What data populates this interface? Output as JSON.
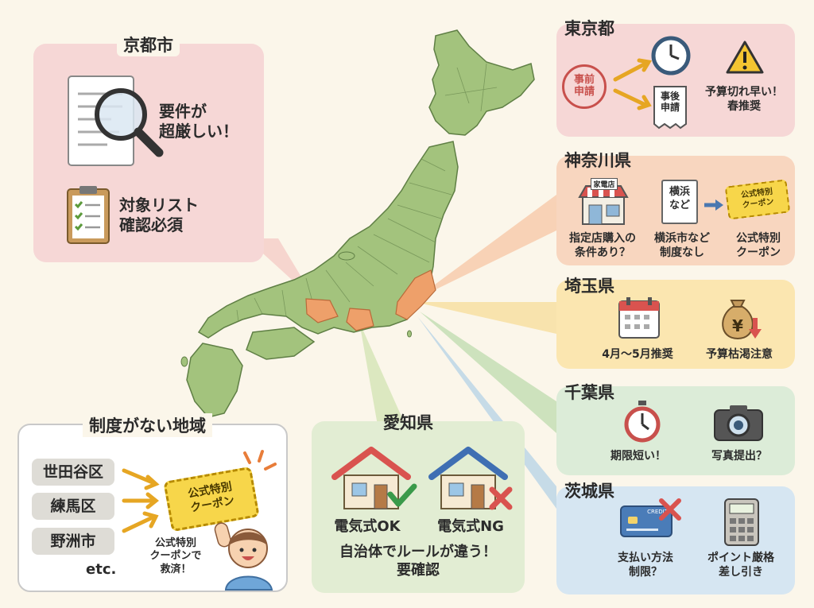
{
  "kyoto": {
    "title": "京都市",
    "strict_line1": "要件が",
    "strict_line2": "超厳しい！",
    "list_line1": "対象リスト",
    "list_line2": "確認必須"
  },
  "tokyo": {
    "title": "東京都",
    "pre_stamp_line1": "事前",
    "pre_stamp_line2": "申請",
    "post_doc_line1": "事後",
    "post_doc_line2": "申請",
    "warning_line1": "予算切れ早い！",
    "warning_line2": "春推奨"
  },
  "kanagawa": {
    "title": "神奈川県",
    "shop_sign": "家電店",
    "shop_line1": "指定店購入の",
    "shop_line2": "条件あり？",
    "yokohama_doc_line1": "横浜",
    "yokohama_doc_line2": "など",
    "yokohama_line1": "横浜市など",
    "yokohama_line2": "制度なし",
    "coupon_ticket_line1": "公式特別",
    "coupon_ticket_line2": "クーポン",
    "coupon_line1": "公式特別",
    "coupon_line2": "クーポン"
  },
  "saitama": {
    "title": "埼玉県",
    "yen_symbol": "¥",
    "period": "4月〜5月推奨",
    "budget": "予算枯渇注意"
  },
  "chiba": {
    "title": "千葉県",
    "deadline": "期限短い！",
    "photo": "写真提出？"
  },
  "ibaraki": {
    "title": "茨城県",
    "card_label": "CREDIT",
    "payment_line1": "支払い方法",
    "payment_line2": "制限？",
    "points_line1": "ポイント厳格",
    "points_line2": "差し引き"
  },
  "aichi": {
    "title": "愛知県",
    "electric_ok": "電気式OK",
    "electric_ng": "電気式NG",
    "rule_line1": "自治体でルールが違う！",
    "rule_line2": "要確認"
  },
  "no_system": {
    "title": "制度がない地域",
    "areas": [
      "世田谷区",
      "練馬区",
      "野洲市"
    ],
    "etc": "etc.",
    "ticket_line1": "公式特別",
    "ticket_line2": "クーポン",
    "caption_line1": "公式特別",
    "caption_line2": "クーポンで",
    "caption_line3": "救済！"
  },
  "colors": {
    "kyoto": "#f6d7d6",
    "tokyo": "#f6d7d6",
    "kanagawa": "#f8d6bf",
    "saitama": "#fbe6b0",
    "chiba": "#dcecd8",
    "ibaraki": "#d6e6f2",
    "aichi": "#e2edd3",
    "map_green": "#a3c37d",
    "map_orange": "#eea06a"
  }
}
